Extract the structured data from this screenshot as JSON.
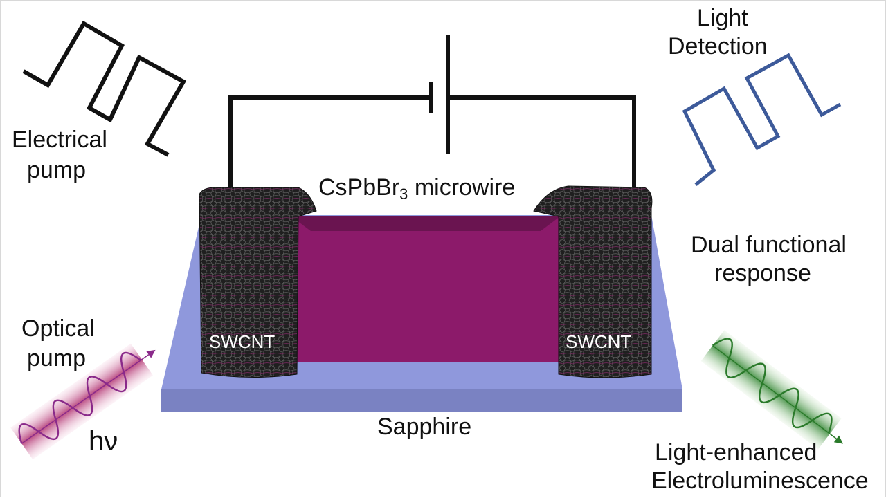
{
  "labels": {
    "electrical_pump_line1": "Electrical",
    "electrical_pump_line2": "pump",
    "light_detection_line1": "Light",
    "light_detection_line2": "Detection",
    "microwire_prefix": "CsPbBr",
    "microwire_sub": "3",
    "microwire_suffix": " microwire",
    "dual_line1": "Dual functional",
    "dual_line2": "response",
    "optical_pump_line1": "Optical",
    "optical_pump_line2": "pump",
    "hv": "hν",
    "swcnt_left": "SWCNT",
    "swcnt_right": "SWCNT",
    "sapphire": "Sapphire",
    "el_line1": "Light-enhanced",
    "el_line2": "Electroluminescence"
  },
  "colors": {
    "wire": "#111111",
    "electrical_signal": "#111111",
    "detection_signal": "#3d5a9a",
    "optical_wave": "#8a2a8a",
    "optical_beam": "#b0306f",
    "el_wave": "#2a7a2a",
    "el_beam": "#3a8a3a",
    "sapphire_top": "#8f98dc",
    "sapphire_side": "#7a82c2",
    "microwire": "#8c1a6a",
    "microwire_top": "#6a1450",
    "swcnt": "#1a1a1a"
  },
  "icons": {
    "battery": "battery-symbol-icon",
    "electrical_signal": "square-wave-icon",
    "detection_signal": "square-wave-icon",
    "optical_wave": "sine-wave-arrow-icon",
    "el_wave": "sine-wave-arrow-icon"
  }
}
